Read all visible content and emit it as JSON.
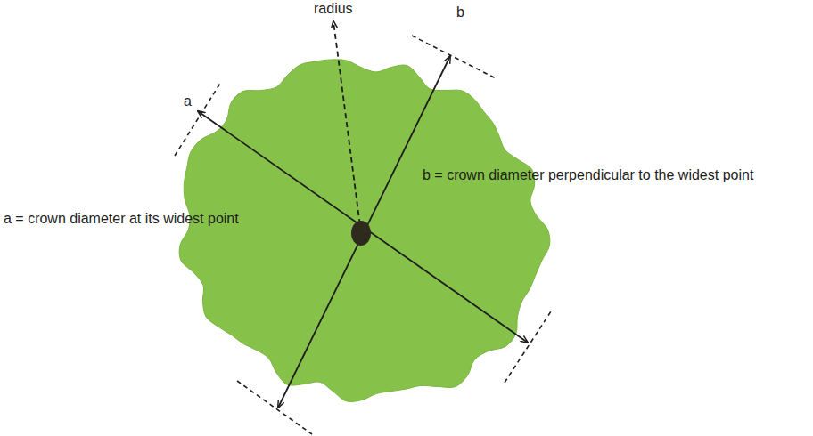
{
  "diagram": {
    "labels": [
      "radius",
      "b",
      "a",
      "b = crown diameter perpendicular to the widest point",
      "a = crown diameter at its widest point"
    ]
  }
}
